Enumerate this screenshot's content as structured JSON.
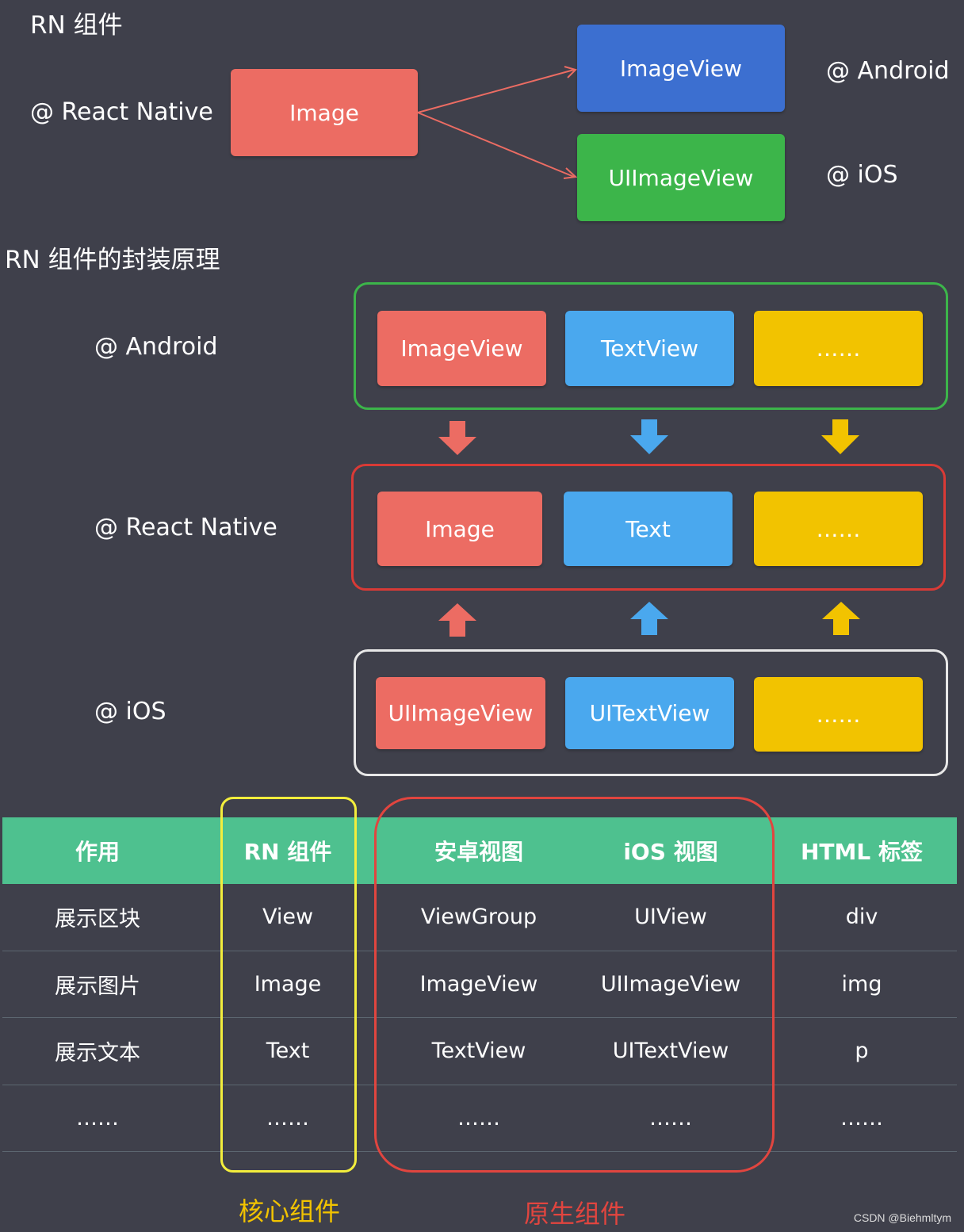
{
  "section1": {
    "title": "RN 组件",
    "rn_label": "@ React Native",
    "image_box": "Image",
    "android_box": "ImageView",
    "ios_box": "UIImageView",
    "android_label": "@ Android",
    "ios_label": "@ iOS"
  },
  "section2": {
    "title": "RN 组件的封装原理",
    "android_label": "@ Android",
    "rn_label": "@ React Native",
    "ios_label": "@ iOS",
    "android_row": [
      "ImageView",
      "TextView",
      "……"
    ],
    "rn_row": [
      "Image",
      "Text",
      "……"
    ],
    "ios_row": [
      "UIImageView",
      "UITextView",
      "……"
    ]
  },
  "table": {
    "headers": [
      "作用",
      "RN 组件",
      "安卓视图",
      "iOS 视图",
      "HTML 标签"
    ],
    "rows": [
      [
        "展示区块",
        "View",
        "ViewGroup",
        "UIView",
        "div"
      ],
      [
        "展示图片",
        "Image",
        "ImageView",
        "UIImageView",
        "img"
      ],
      [
        "展示文本",
        "Text",
        "TextView",
        "UITextView",
        "p"
      ],
      [
        "……",
        "……",
        "……",
        "……",
        "……"
      ]
    ]
  },
  "captions": {
    "core": "核心组件",
    "native": "原生组件"
  },
  "watermark": "CSDN @Biehmltym",
  "colors": {
    "background": "#3f404b",
    "red": "#ec6c63",
    "blue": "#4aa8ee",
    "yellow": "#f2c300",
    "android_blue": "#3c6fd0",
    "ios_green": "#3cb54a",
    "table_header": "#4ec18f",
    "group_green": "#3cb54a",
    "group_red": "#d93a36",
    "group_white": "#e8e8e8",
    "core_caption": "#f2c300",
    "native_caption": "#e1453f"
  }
}
